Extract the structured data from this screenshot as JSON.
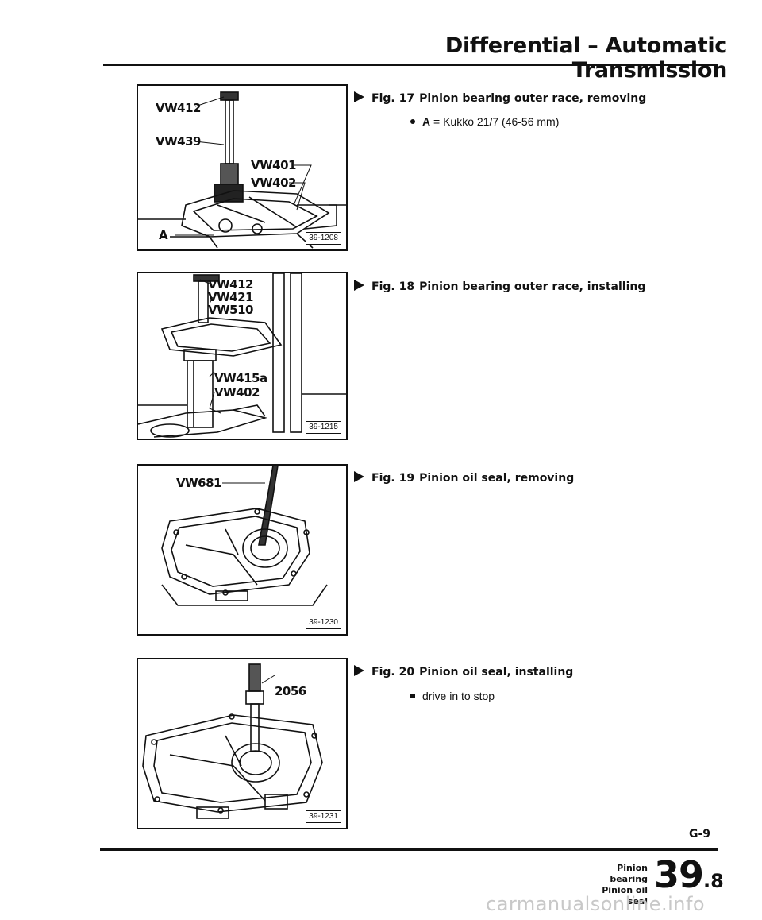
{
  "header": {
    "title": "Differential – Automatic Transmission"
  },
  "figures": [
    {
      "caption": {
        "number": "Fig. 17",
        "text": "Pinion bearing outer race, removing"
      },
      "notes": [
        {
          "marker": "round",
          "key": "A",
          "text": " = Kukko 21/7 (46-56 mm)"
        }
      ],
      "ref": "39-1208",
      "callouts": [
        "VW412",
        "VW439",
        "VW401",
        "VW402",
        "A"
      ]
    },
    {
      "caption": {
        "number": "Fig. 18",
        "text": "Pinion bearing outer race, installing"
      },
      "notes": [],
      "ref": "39-1215",
      "callouts": [
        "VW412",
        "VW421",
        "VW510",
        "VW415a",
        "VW402"
      ]
    },
    {
      "caption": {
        "number": "Fig. 19",
        "text": "Pinion oil seal, removing"
      },
      "notes": [],
      "ref": "39-1230",
      "callouts": [
        "VW681"
      ]
    },
    {
      "caption": {
        "number": "Fig. 20",
        "text": "Pinion oil seal, installing"
      },
      "notes": [
        {
          "marker": "square",
          "key": "",
          "text": "drive in to stop"
        }
      ],
      "ref": "39-1231",
      "callouts": [
        "2056"
      ]
    }
  ],
  "footer": {
    "page_code": "G-9",
    "topics": [
      "Pinion bearing",
      "Pinion oil seal"
    ],
    "section_major": "39",
    "section_minor": ".8",
    "watermark": "carmanualsonline.info"
  }
}
